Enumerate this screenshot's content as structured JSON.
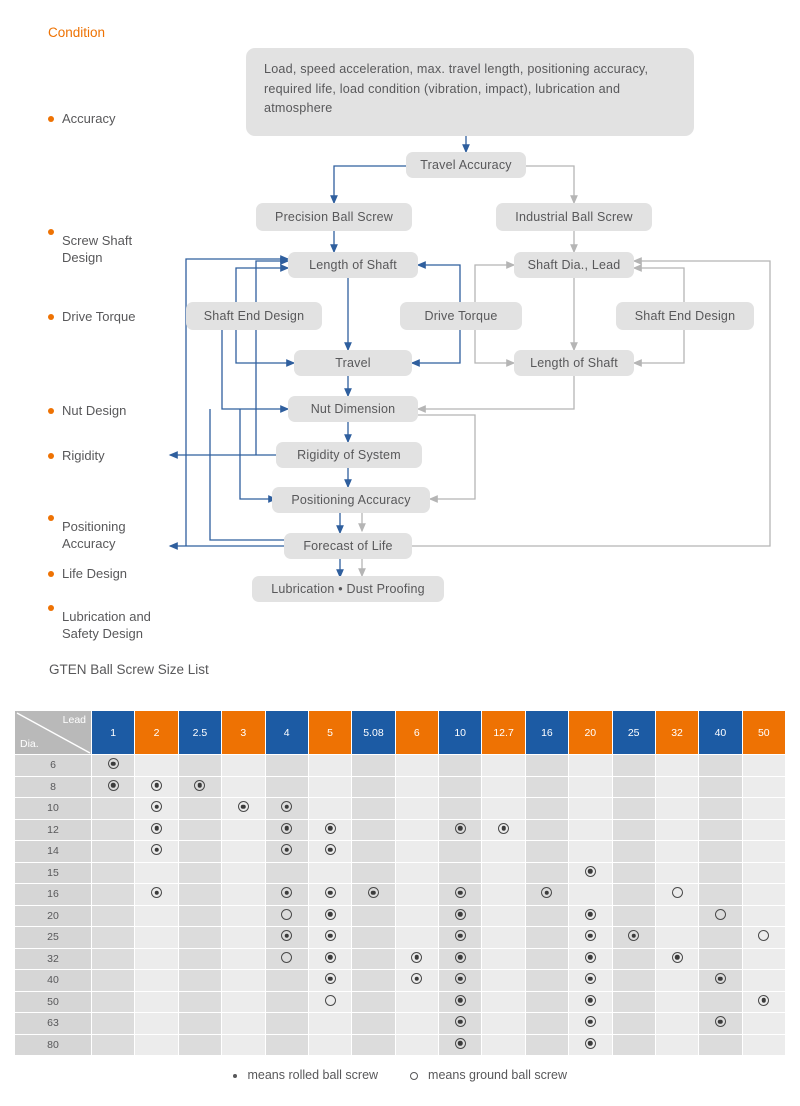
{
  "diagram": {
    "condition_title": "Condition",
    "stages": [
      {
        "label": "Accuracy"
      },
      {
        "label": "Screw Shaft\nDesign"
      },
      {
        "label": "Drive Torque"
      },
      {
        "label": "Nut Design"
      },
      {
        "label": "Rigidity"
      },
      {
        "label": "Positioning\nAccuracy"
      },
      {
        "label": "Life Design"
      },
      {
        "label": "Lubrication and\nSafety Design"
      }
    ],
    "condition_box": "Load, speed acceleration, max. travel length, positioning accuracy, required life, load condition (vibration, impact), lubrication and atmosphere",
    "nodes": [
      {
        "id": "travel-accuracy",
        "label": "Travel Accuracy"
      },
      {
        "id": "precision-ball-screw",
        "label": "Precision  Ball  Screw"
      },
      {
        "id": "industrial-ball-screw",
        "label": "Industrial  Ball  Screw"
      },
      {
        "id": "length-of-shaft-left",
        "label": "Length of Shaft"
      },
      {
        "id": "shaft-dia-lead",
        "label": "Shaft  Dia., Lead"
      },
      {
        "id": "shaft-end-design-left",
        "label": "Shaft End Design"
      },
      {
        "id": "drive-torque",
        "label": "Drive Torque"
      },
      {
        "id": "shaft-end-design-right",
        "label": "Shaft  End  Design"
      },
      {
        "id": "travel",
        "label": "Travel"
      },
      {
        "id": "length-of-shaft-right",
        "label": "Length of Shaft"
      },
      {
        "id": "nut-dimension",
        "label": "Nut Dimension"
      },
      {
        "id": "rigidity-of-system",
        "label": "Rigidity  of  System"
      },
      {
        "id": "positioning-accuracy",
        "label": "Positioning  Accuracy"
      },
      {
        "id": "forecast-of-life",
        "label": "Forecast  of  Life"
      },
      {
        "id": "lubrication-dust-proofing",
        "label": "Lubrication • Dust Proofing"
      }
    ]
  },
  "table": {
    "title": "GTEN Ball Screw Size List",
    "corner": {
      "lead": "Lead",
      "dia": "Dia."
    },
    "lead_headers": [
      "1",
      "2",
      "2.5",
      "3",
      "4",
      "5",
      "5.08",
      "6",
      "10",
      "12.7",
      "16",
      "20",
      "25",
      "32",
      "40",
      "50"
    ],
    "dia_rows": [
      "6",
      "8",
      "10",
      "12",
      "14",
      "15",
      "16",
      "20",
      "25",
      "32",
      "40",
      "50",
      "63",
      "80"
    ],
    "marks": [
      [
        "r",
        "",
        "",
        "",
        "",
        "",
        "",
        "",
        "",
        "",
        "",
        "",
        "",
        "",
        "",
        ""
      ],
      [
        "r",
        "r",
        "r",
        "",
        "",
        "",
        "",
        "",
        "",
        "",
        "",
        "",
        "",
        "",
        "",
        ""
      ],
      [
        "",
        "r",
        "",
        "r",
        "r",
        "",
        "",
        "",
        "",
        "",
        "",
        "",
        "",
        "",
        "",
        ""
      ],
      [
        "",
        "r",
        "",
        "",
        "r",
        "r",
        "",
        "",
        "r",
        "r",
        "",
        "",
        "",
        "",
        "",
        ""
      ],
      [
        "",
        "r",
        "",
        "",
        "r",
        "r",
        "",
        "",
        "",
        "",
        "",
        "",
        "",
        "",
        "",
        ""
      ],
      [
        "",
        "",
        "",
        "",
        "",
        "",
        "",
        "",
        "",
        "",
        "",
        "r",
        "",
        "",
        "",
        ""
      ],
      [
        "",
        "r",
        "",
        "",
        "r",
        "r",
        "r",
        "",
        "r",
        "",
        "r",
        "",
        "",
        "g",
        "",
        ""
      ],
      [
        "",
        "",
        "",
        "",
        "g",
        "r",
        "",
        "",
        "r",
        "",
        "",
        "r",
        "",
        "",
        "g",
        ""
      ],
      [
        "",
        "",
        "",
        "",
        "r",
        "r",
        "",
        "",
        "r",
        "",
        "",
        "r",
        "r",
        "",
        "",
        "g"
      ],
      [
        "",
        "",
        "",
        "",
        "g",
        "r",
        "",
        "r",
        "r",
        "",
        "",
        "r",
        "",
        "r",
        "",
        ""
      ],
      [
        "",
        "",
        "",
        "",
        "",
        "r",
        "",
        "r",
        "r",
        "",
        "",
        "r",
        "",
        "",
        "r",
        ""
      ],
      [
        "",
        "",
        "",
        "",
        "",
        "g",
        "",
        "",
        "r",
        "",
        "",
        "r",
        "",
        "",
        "",
        "r"
      ],
      [
        "",
        "",
        "",
        "",
        "",
        "",
        "",
        "",
        "r",
        "",
        "",
        "r",
        "",
        "",
        "r",
        ""
      ],
      [
        "",
        "",
        "",
        "",
        "",
        "",
        "",
        "",
        "r",
        "",
        "",
        "r",
        "",
        "",
        "",
        ""
      ]
    ],
    "legend": [
      {
        "symbol": "rolled",
        "text": "means rolled ball screw"
      },
      {
        "symbol": "ground",
        "text": "means ground ball screw"
      }
    ]
  },
  "colors": {
    "accent_orange": "#ee7203",
    "header_blue": "#1c5ba4",
    "node_gray": "#e2e2e2",
    "text_gray": "#58585a",
    "arrow_blue": "#2f5f9e",
    "arrow_gray": "#b5b5b5"
  }
}
